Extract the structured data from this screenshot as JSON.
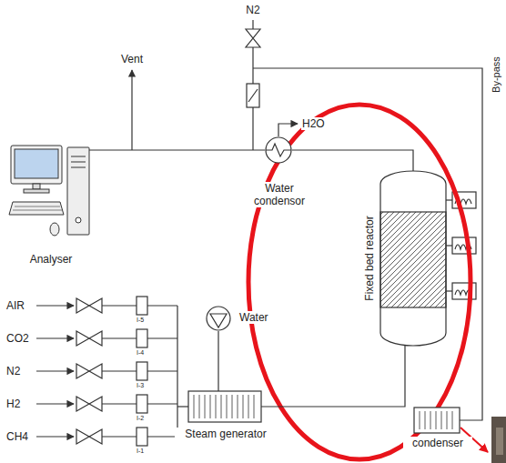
{
  "diagram": {
    "nodes": [
      {
        "text": [
          "Analyser"
        ]
      },
      {
        "text": [
          "Water condensor"
        ]
      },
      {
        "text": [
          "Fixed bed reactor"
        ]
      },
      {
        "text": [
          "Water"
        ]
      },
      {
        "text": [
          "Steam generator"
        ]
      },
      {
        "text": [
          "condenser"
        ]
      }
    ],
    "edges": [
      {
        "from": 2,
        "to": 1,
        "arrow": "none"
      },
      {
        "from": 1,
        "to": 0,
        "arrow": "none"
      },
      {
        "from": 3,
        "to": 4,
        "arrow": "none"
      },
      {
        "from": 4,
        "to": 2,
        "arrow": "none"
      }
    ],
    "labels": [
      "N2",
      "Vent",
      "H2O",
      "AIR",
      "CO2",
      "N2",
      "H2",
      "CH4",
      "I-5",
      "I-4",
      "I-3",
      "I-2",
      "I-1",
      "By-pass"
    ]
  }
}
